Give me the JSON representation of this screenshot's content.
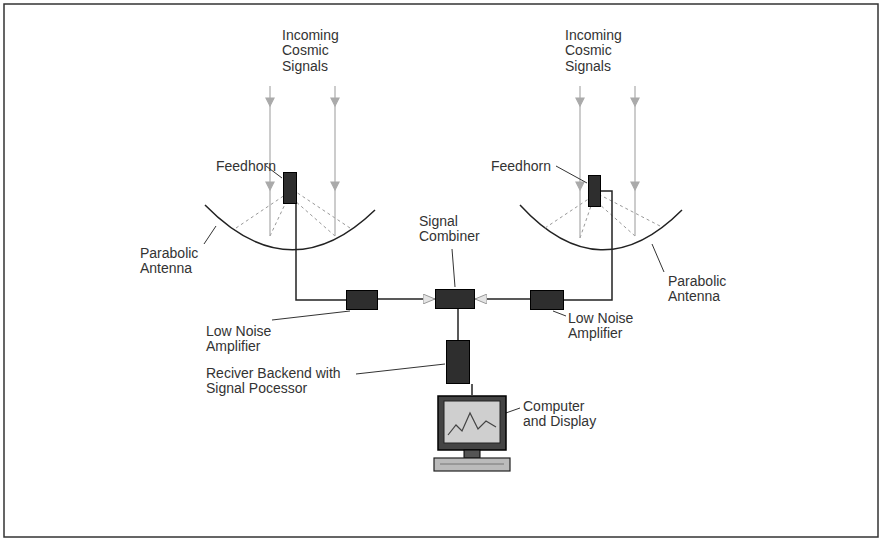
{
  "diagram": {
    "nodes": [
      {
        "text": [
          "Feedhorn"
        ]
      },
      {
        "text": [
          "Feedhorn"
        ]
      },
      {
        "text": [
          "Signal Combiner"
        ]
      },
      {
        "text": [
          "Low Noise Amplifier"
        ]
      },
      {
        "text": [
          "Low Noise Amplifier"
        ]
      },
      {
        "text": [
          "Reciver Backend with Signal Pocessor"
        ]
      },
      {
        "text": [
          "Computer and Display"
        ]
      }
    ],
    "edges": [
      {
        "from": 0,
        "to": 3,
        "arrow": "none"
      },
      {
        "from": 1,
        "to": 4,
        "arrow": "none"
      },
      {
        "from": 3,
        "to": 2,
        "arrow": "to"
      },
      {
        "from": 4,
        "to": 2,
        "arrow": "to"
      },
      {
        "from": 2,
        "to": 5,
        "arrow": "none"
      },
      {
        "from": 5,
        "to": 6,
        "arrow": "none"
      }
    ],
    "labels": [
      "Incoming Cosmic Signals",
      "Incoming Cosmic Signals",
      "Parabolic Antenna",
      "Parabolic Antenna"
    ]
  }
}
